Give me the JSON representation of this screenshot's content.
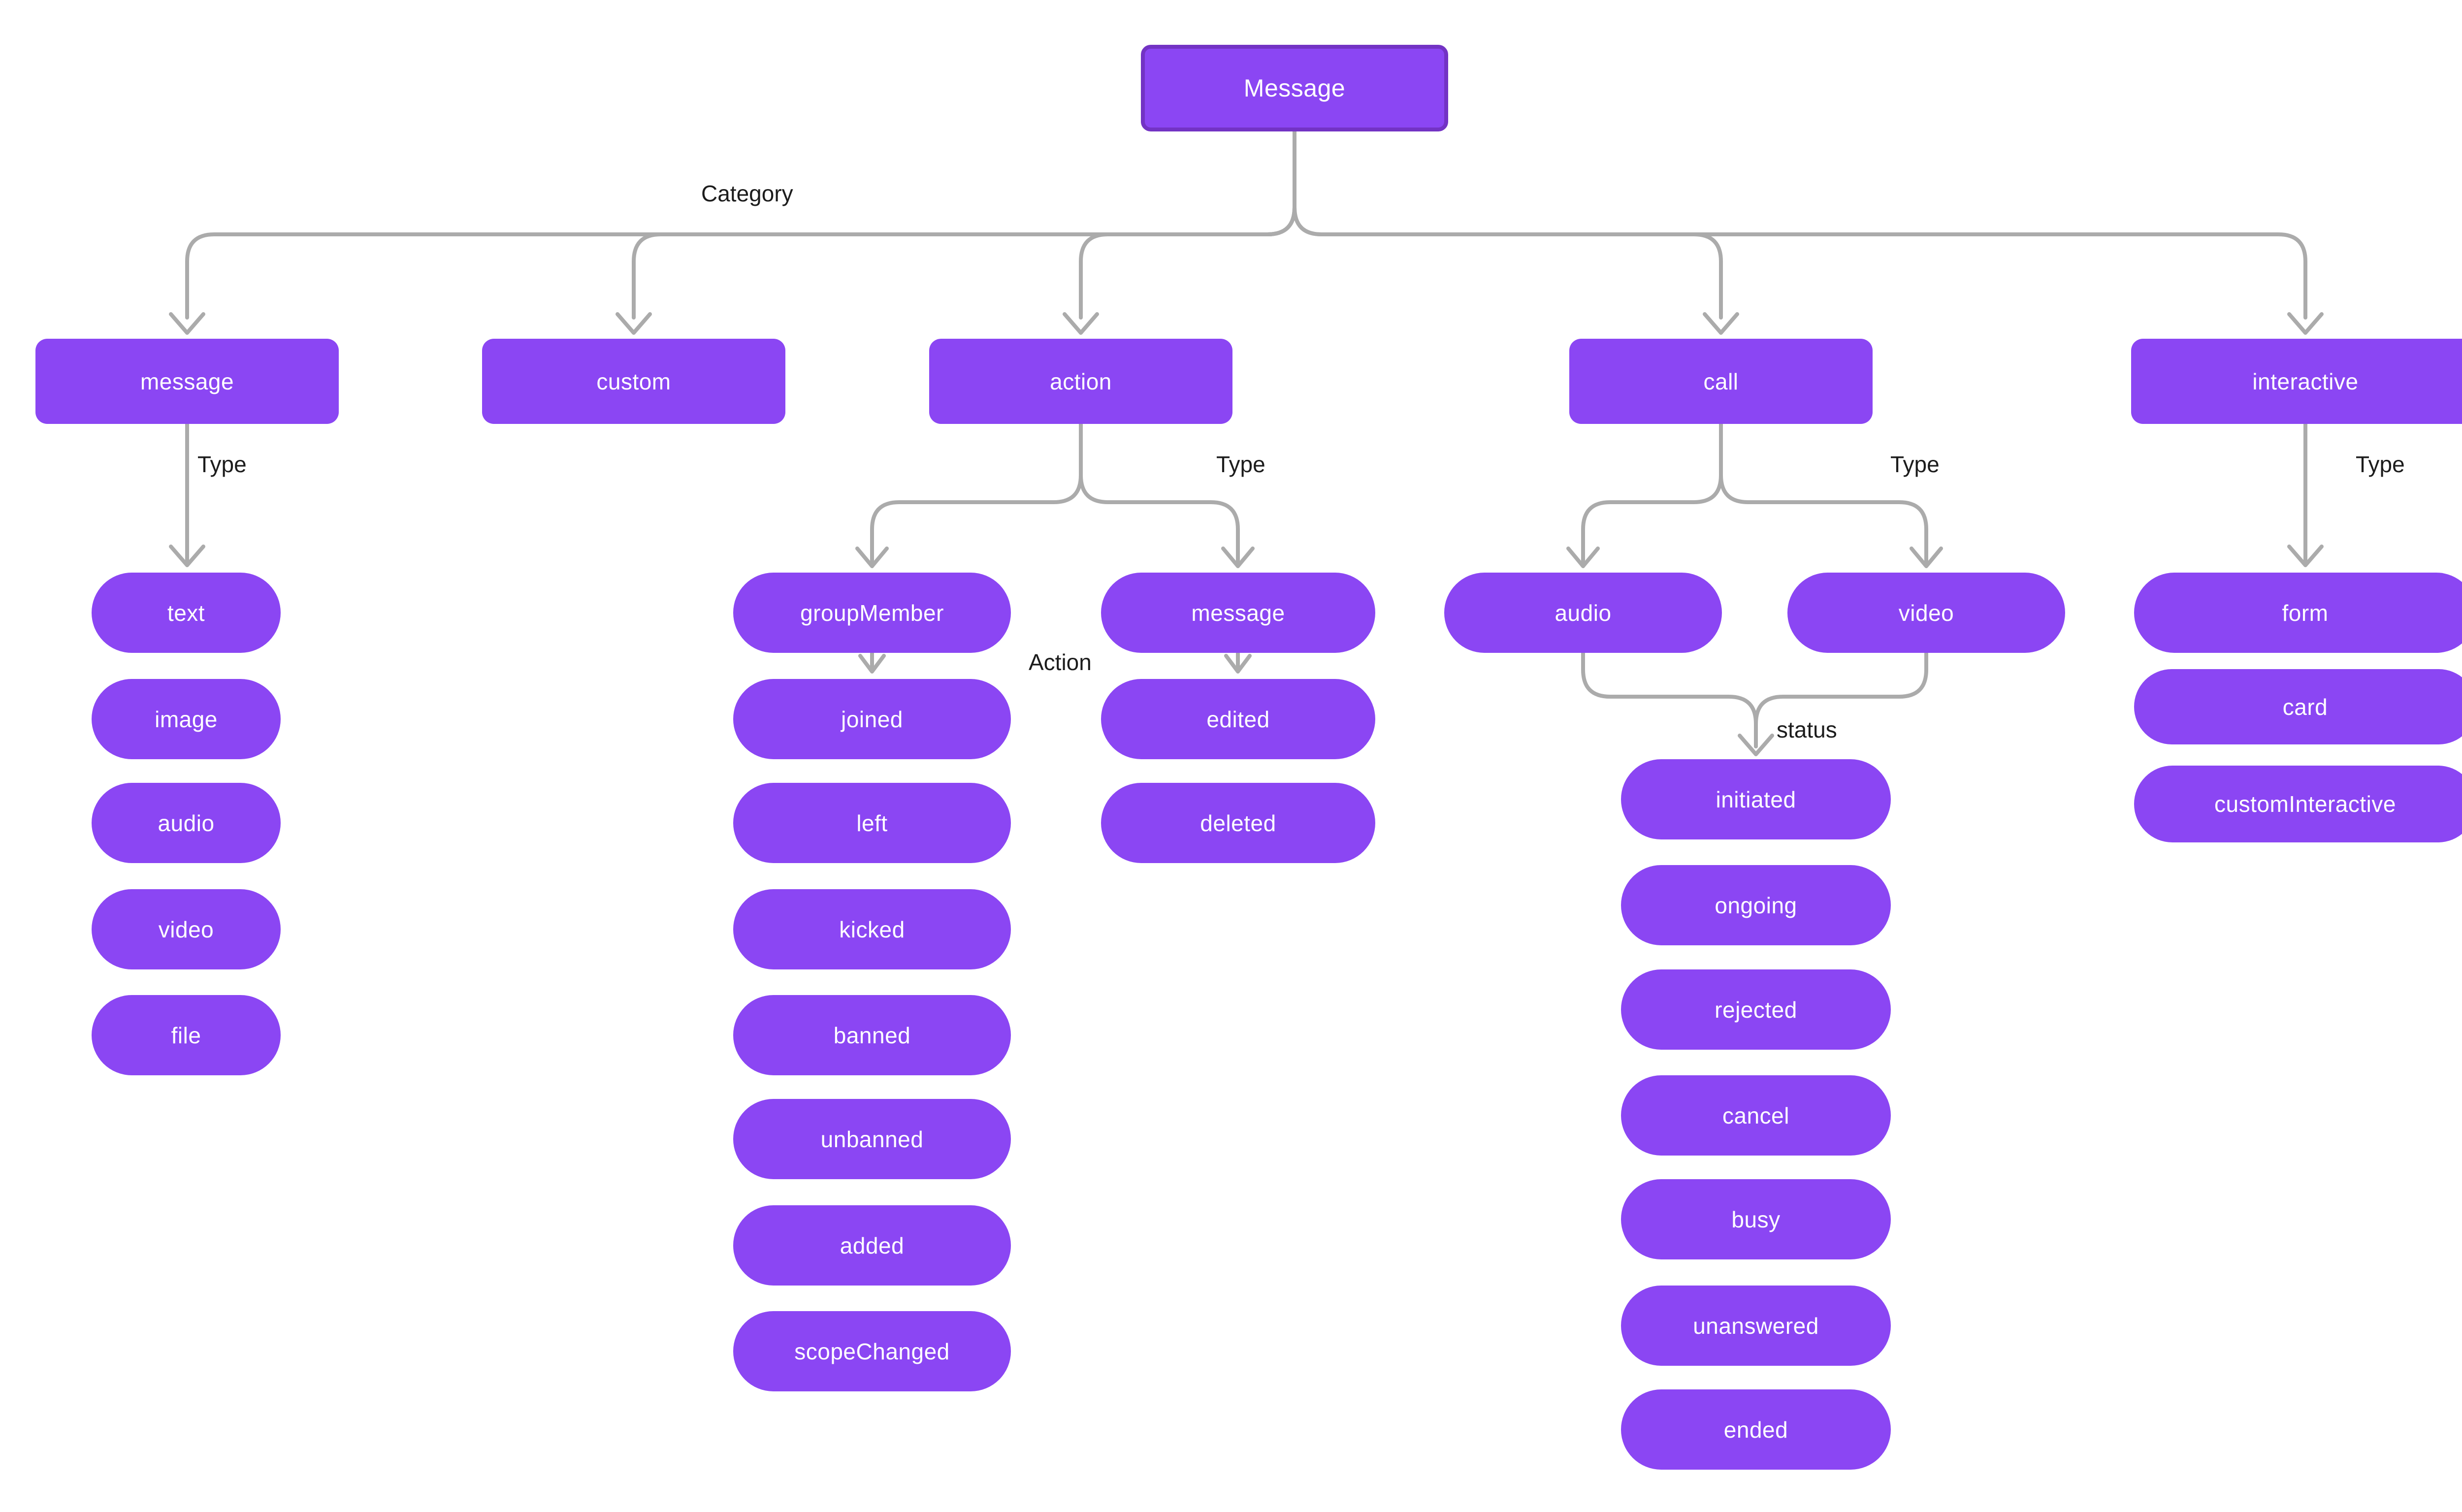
{
  "colors": {
    "node_fill": "#8B46F3",
    "root_border": "#7333C4",
    "connector": "#ABABAB",
    "node_text": "#FFFFFF",
    "label_text": "#1C1C1C",
    "background": "#FFFFFF"
  },
  "root": {
    "label": "Message"
  },
  "edge_labels": {
    "category": "Category",
    "type": "Type",
    "action": "Action",
    "status": "status"
  },
  "categories": {
    "message": "message",
    "custom": "custom",
    "action": "action",
    "call": "call",
    "interactive": "interactive"
  },
  "message_types": [
    "text",
    "image",
    "audio",
    "video",
    "file"
  ],
  "action_types": {
    "group_member": "groupMember",
    "message": "message"
  },
  "group_member_actions": [
    "joined",
    "left",
    "kicked",
    "banned",
    "unbanned",
    "added",
    "scopeChanged"
  ],
  "message_actions": [
    "edited",
    "deleted"
  ],
  "call_types": {
    "audio": "audio",
    "video": "video"
  },
  "call_statuses": [
    "initiated",
    "ongoing",
    "rejected",
    "cancel",
    "busy",
    "unanswered",
    "ended"
  ],
  "interactive_types": [
    "form",
    "card",
    "customInteractive"
  ]
}
